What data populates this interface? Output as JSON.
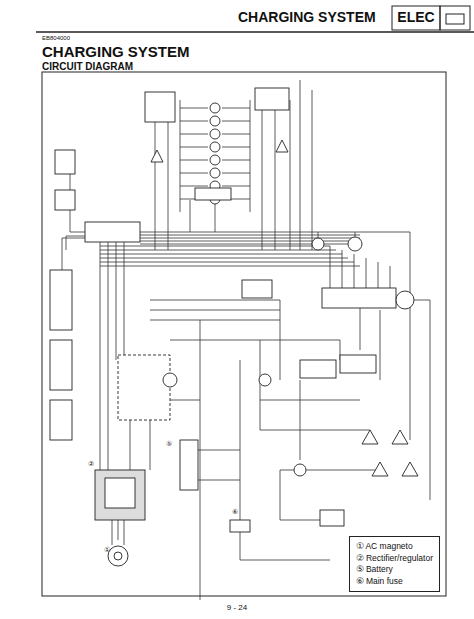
{
  "diagram": {
    "title": "CHARGING SYSTEM",
    "nodes": [
      {
        "text": [
          "① AC magneto",
          "② Rectifier/regulator",
          "⑤ Battery",
          "⑥ Main fuse"
        ]
      }
    ],
    "labels": [
      "CHARGING SYSTEM",
      "ELEC",
      "EB804000",
      "CIRCUIT DIAGRAM",
      "①",
      "②",
      "⑤",
      "⑥",
      "9 - 24"
    ]
  }
}
